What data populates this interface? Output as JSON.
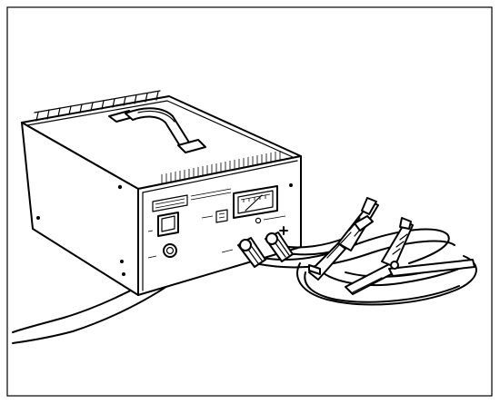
{
  "illustration": {
    "subject": "battery-charger",
    "colors": {
      "line": "#000000",
      "background": "#ffffff"
    },
    "parts": [
      "carry-handle",
      "cooling-fins",
      "front-panel",
      "ammeter",
      "power-switch",
      "mains-cable",
      "output-cables",
      "battery-clamps"
    ]
  }
}
